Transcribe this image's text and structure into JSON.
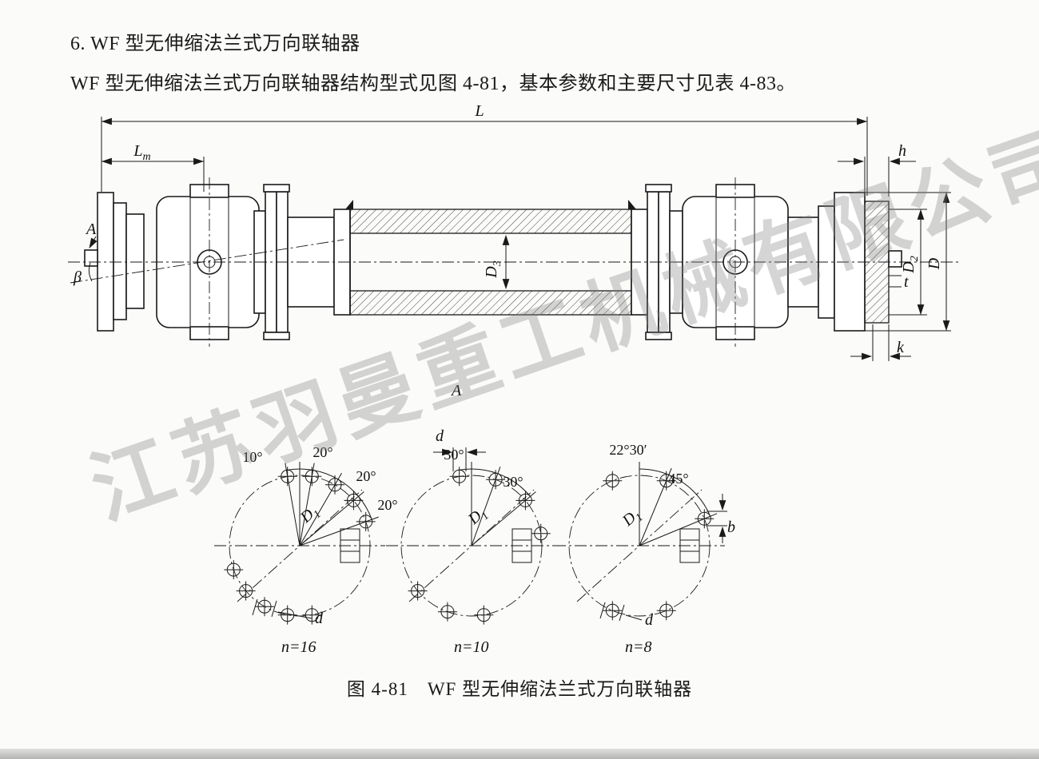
{
  "page": {
    "heading": "6. WF 型无伸缩法兰式万向联轴器",
    "intro": "WF 型无伸缩法兰式万向联轴器结构型式见图 4-81，基本参数和主要尺寸见表 4-83。",
    "caption": "图 4-81　WF 型无伸缩法兰式万向联轴器",
    "watermark": "江苏羽曼重工机械有限公司"
  },
  "figure": {
    "dims": {
      "L": "L",
      "Lm_base": "L",
      "Lm_sub": "m",
      "h": "h",
      "A": "A",
      "beta": "β",
      "D3_base": "D",
      "D3_sub": "3",
      "D2_base": "D",
      "D2_sub": "2",
      "D": "D",
      "t": "t",
      "k": "k"
    },
    "views": {
      "label": "A",
      "v1": {
        "a1": "10°",
        "a2": "20°",
        "a3": "20°",
        "a4": "20°",
        "D1_base": "D",
        "D1_sub": "1",
        "d": "d",
        "n": "n=16"
      },
      "v2": {
        "a1": "30°",
        "a2": "30°",
        "D1_base": "D",
        "D1_sub": "1",
        "d": "d",
        "n": "n=10"
      },
      "v3": {
        "a1": "22°30′",
        "a2": "45°",
        "D1_base": "D",
        "D1_sub": "1",
        "d": "d",
        "b": "b",
        "n": "n=8"
      }
    }
  }
}
